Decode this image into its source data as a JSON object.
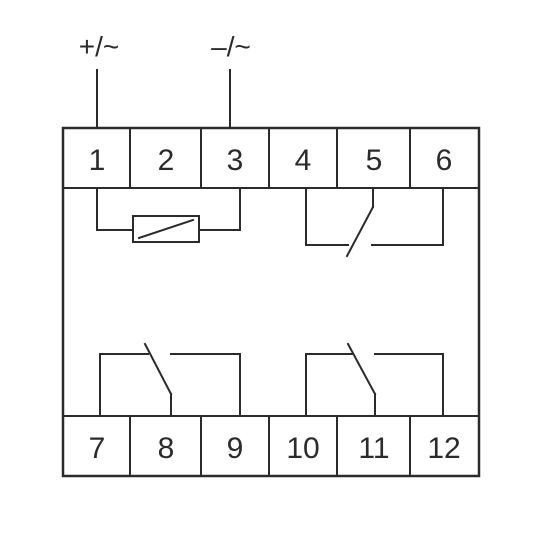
{
  "supply": {
    "positive": "+/~",
    "negative": "–/~"
  },
  "terminals": {
    "top": [
      "1",
      "2",
      "3",
      "4",
      "5",
      "6"
    ],
    "bottom": [
      "7",
      "8",
      "9",
      "10",
      "11",
      "12"
    ]
  },
  "colors": {
    "line": "#2b2b2b",
    "background": "#ffffff"
  }
}
